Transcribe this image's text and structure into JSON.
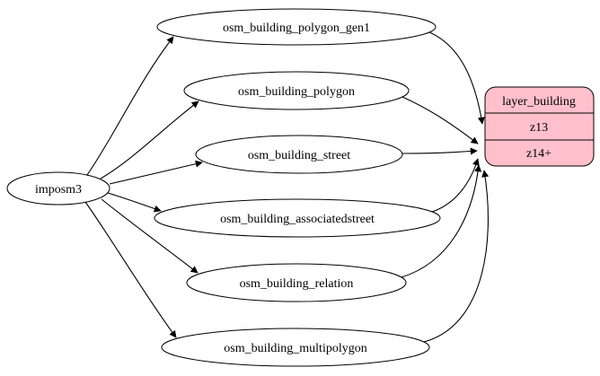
{
  "diagram": {
    "source": {
      "label": "imposm3"
    },
    "tables": [
      {
        "label": "osm_building_polygon_gen1"
      },
      {
        "label": "osm_building_polygon"
      },
      {
        "label": "osm_building_street"
      },
      {
        "label": "osm_building_associatedstreet"
      },
      {
        "label": "osm_building_relation"
      },
      {
        "label": "osm_building_multipolygon"
      }
    ],
    "layer": {
      "title": "layer_building",
      "zoom_rows": [
        "z13",
        "z14+"
      ]
    },
    "colors": {
      "layer_fill": "#ffc0cb",
      "node_fill": "#ffffff",
      "edge": "#000000"
    }
  }
}
